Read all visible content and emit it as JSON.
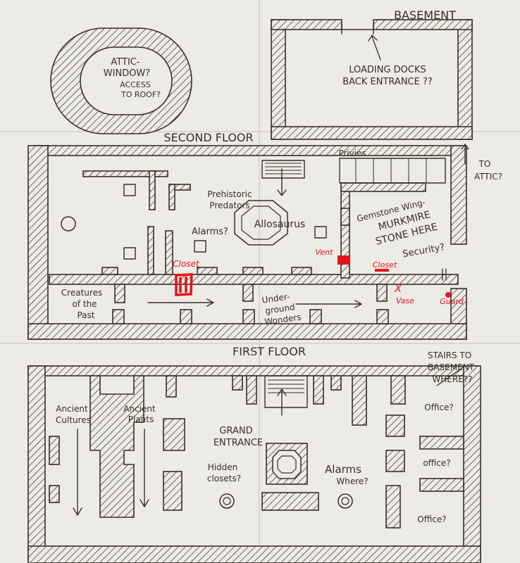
{
  "colors": {
    "paper": "#ecebe6",
    "ink": "#3a2f26",
    "annotation_red": "#e3141b"
  },
  "headings": {
    "basement": "BASEMENT",
    "second_floor": "SECOND FLOOR",
    "first_floor": "FIRST FLOOR"
  },
  "attic": [
    "ATTIC-",
    "WINDOW?",
    "ACCESS",
    "TO ROOF?"
  ],
  "basement_note": [
    "LOADING DOCKS",
    "BACK ENTRANCE ??"
  ],
  "second_floor": {
    "privies": "Privies",
    "to_attic": [
      "TO",
      "ATTIC?"
    ],
    "prehistoric": [
      "Prehistoric",
      "Predators"
    ],
    "alarms": "Alarms?",
    "allosaurus": "Allosaurus",
    "gemstone": [
      "Gemstone Wing-",
      "MURKMIRE",
      "STONE HERE"
    ],
    "security": "Security?",
    "creatures": [
      "Creatures",
      "of the",
      "Past"
    ],
    "underground": [
      "Under-",
      "ground",
      "Wonders"
    ]
  },
  "red_marks": {
    "closet_left": "Closet",
    "vent": "Vent",
    "closet_right": "Closet",
    "vase_x": "X",
    "vase": "Vase",
    "guard": "Guard"
  },
  "first_floor": {
    "stairs_basement": [
      "STAIRS TO",
      "BASEMENT",
      "WHERE??"
    ],
    "ancient_cultures": [
      "Ancient",
      "Cultures"
    ],
    "ancient_plants": [
      "Ancient",
      "Plants"
    ],
    "grand_entrance": [
      "GRAND",
      "ENTRANCE"
    ],
    "hidden_closets": [
      "Hidden",
      "closets?"
    ],
    "alarms_where": [
      "Alarms",
      "Where?"
    ],
    "office_1": "Office?",
    "office_2": "office?",
    "office_3": "Office?"
  }
}
